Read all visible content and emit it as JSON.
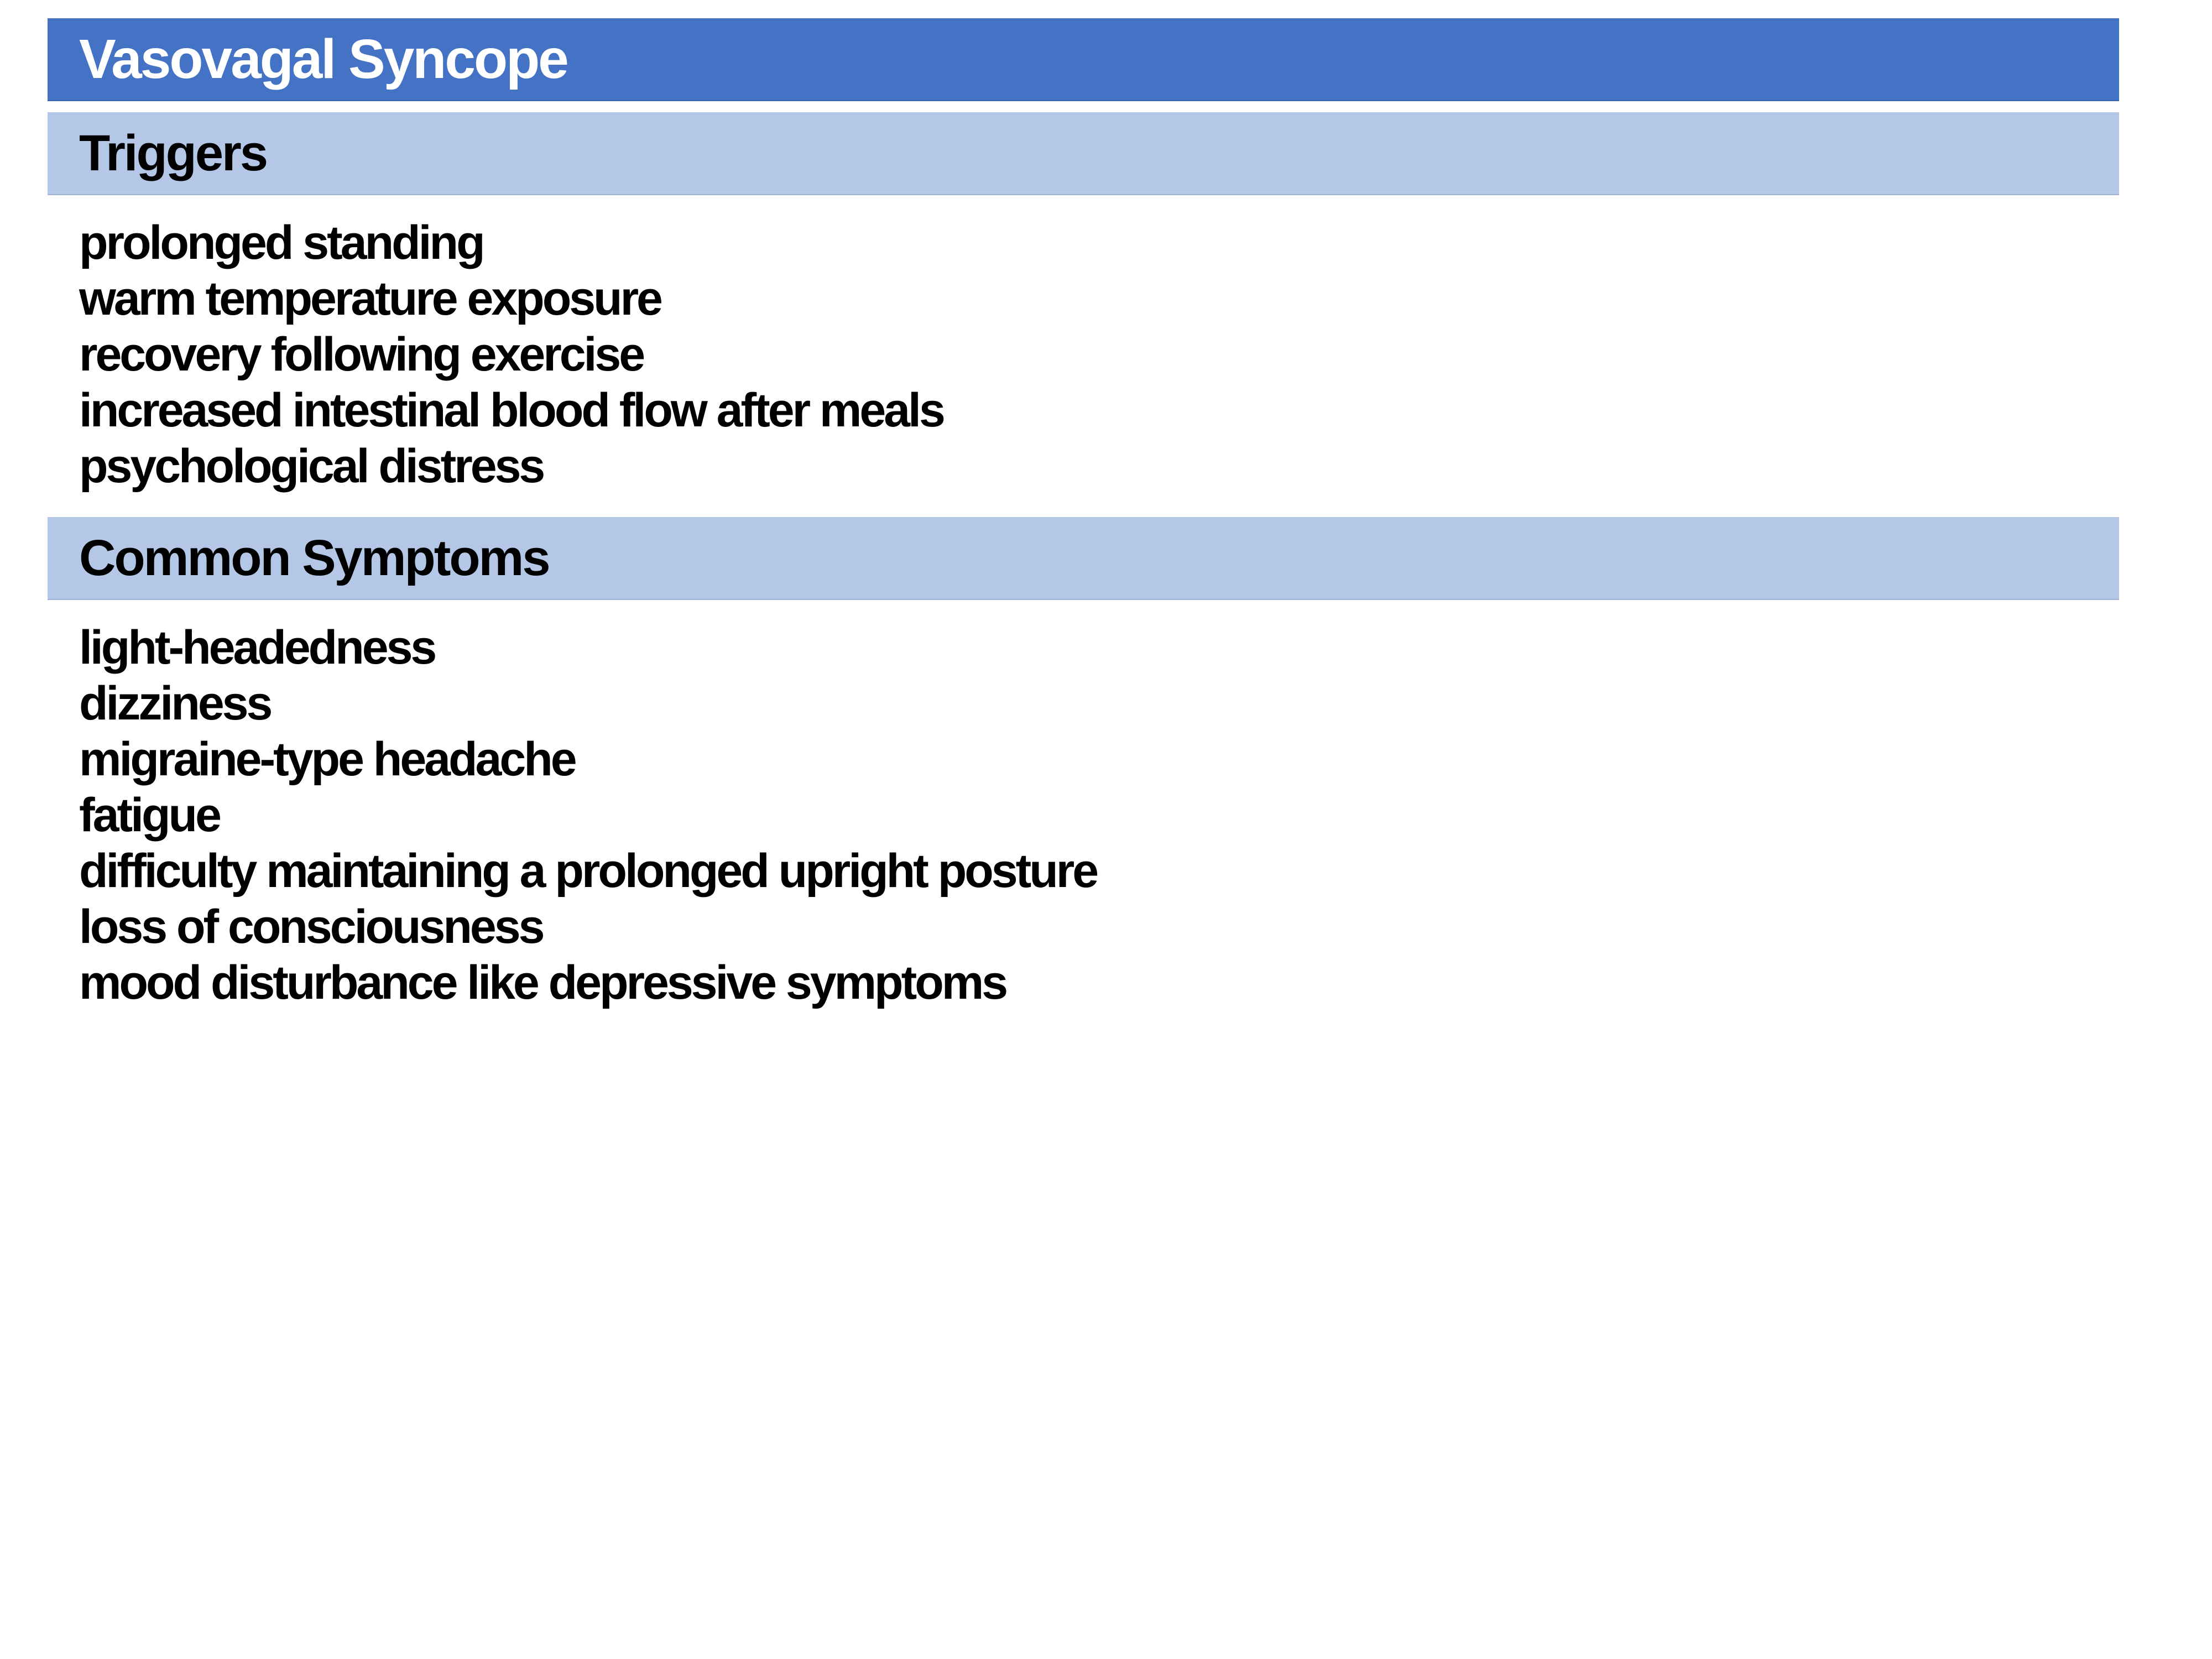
{
  "page": {
    "title": "Vasovagal Syncope"
  },
  "sections": [
    {
      "heading": "Triggers",
      "items": [
        "prolonged standing",
        "warm temperature exposure",
        "recovery following exercise",
        "increased intestinal blood flow after meals",
        "psychological distress"
      ]
    },
    {
      "heading": "Common Symptoms",
      "items": [
        "light-headedness",
        "dizziness",
        "migraine-type headache",
        "fatigue",
        "difficulty maintaining a prolonged upright posture",
        "loss of consciousness",
        "mood disturbance like depressive symptoms"
      ]
    }
  ],
  "colors": {
    "title_bar_bg": "#4472C4",
    "title_text": "#FFFFFF",
    "section_bar_bg": "#B4C7E7",
    "section_text": "#000000",
    "body_text": "#000000",
    "page_bg": "#FFFFFF"
  }
}
